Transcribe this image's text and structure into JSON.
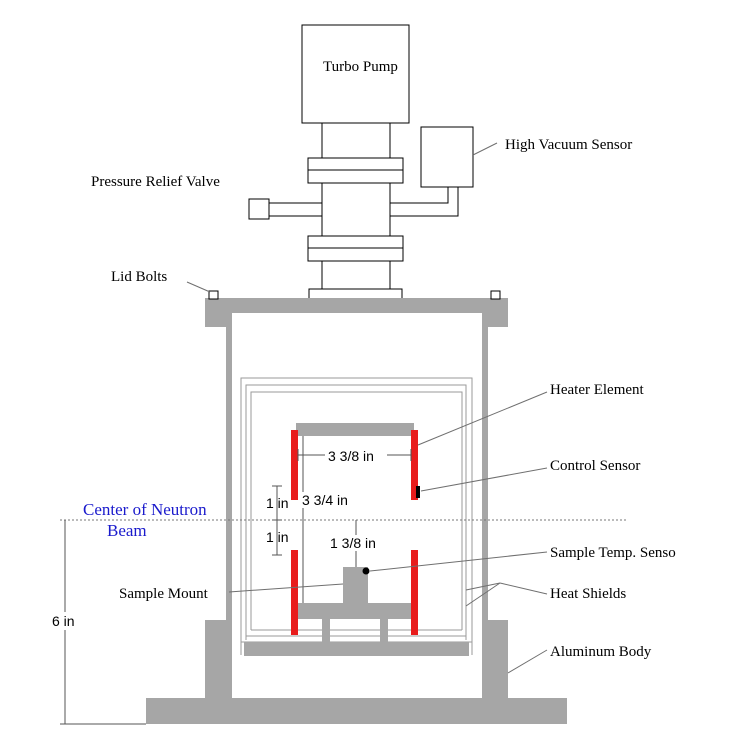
{
  "labels": {
    "turbo_pump": "Turbo Pump",
    "high_vacuum_sensor": "High Vacuum Sensor",
    "pressure_relief_valve": "Pressure Relief Valve",
    "lid_bolts": "Lid Bolts",
    "heater_element": "Heater Element",
    "control_sensor": "Control Sensor",
    "beam_line1": "Center of Neutron",
    "beam_line2": "Beam",
    "sample_temp_sensor": "Sample Temp. Senso",
    "sample_mount": "Sample Mount",
    "heat_shields": "Heat Shields",
    "aluminum_body": "Aluminum Body"
  },
  "dimensions": {
    "inner_width": "3 3/8 in",
    "inner_height": "3 3/4 in",
    "upper_offset": "1 in",
    "lower_offset": "1 in",
    "mount_height": "1 3/8 in",
    "beam_height": "6 in"
  },
  "colors": {
    "body": "#a6a6a6",
    "heater": "#e81c1c",
    "beam_text": "#1a1acc"
  }
}
